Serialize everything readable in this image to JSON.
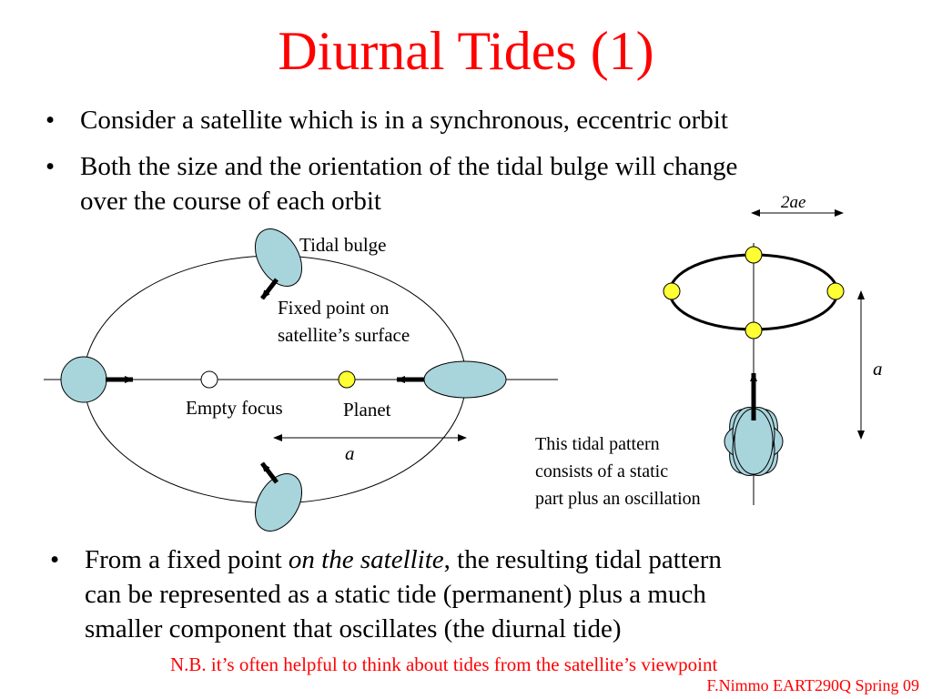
{
  "slide": {
    "title": "Diurnal Tides (1)",
    "bullet_char": "•",
    "bullets_top": [
      {
        "lines": [
          "Consider a satellite which is in a synchronous, eccentric orbit"
        ]
      },
      {
        "lines": [
          "Both the size and the orientation of the tidal bulge will change",
          "over the course of each orbit"
        ]
      }
    ],
    "bullet_bottom": {
      "line1_pre": "From a fixed point ",
      "line1_italic": "on the satellite",
      "line1_post": ", the resulting tidal pattern",
      "line2": "can be represented as a static tide (permanent) plus a much",
      "line3": "smaller component that oscillates (the diurnal tide)"
    },
    "note": "N.B. it’s often helpful to think about tides from the satellite’s viewpoint",
    "credit": "F.Nimmo EART290Q Spring 09"
  },
  "diagram_left": {
    "label_tidal_bulge": "Tidal bulge",
    "label_fixed_point": [
      "Fixed point on",
      "satellite’s surface"
    ],
    "label_empty_focus": "Empty focus",
    "label_planet": "Planet",
    "label_a": "a"
  },
  "diagram_right": {
    "label_2ae": "2ae",
    "label_a": "a",
    "caption": [
      "This tidal pattern",
      "consists of a static",
      "part plus an oscillation"
    ]
  },
  "colors": {
    "title": "#ff0000",
    "bulge_fill": "#a8d4dc",
    "planet_fill": "#ffff33",
    "note": "#ff0000"
  }
}
